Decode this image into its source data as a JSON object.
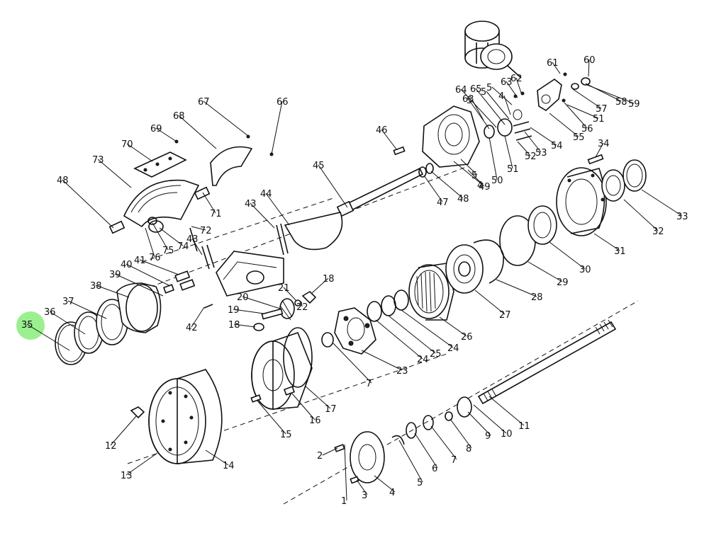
{
  "highlight": {
    "label": "35",
    "color": "#9af08f"
  },
  "labels": [
    "1",
    "2",
    "3",
    "4",
    "5",
    "6",
    "7",
    "7",
    "8",
    "9",
    "10",
    "11",
    "12",
    "13",
    "14",
    "15",
    "16",
    "17",
    "18",
    "18",
    "19",
    "20",
    "21",
    "22",
    "23",
    "24",
    "24",
    "25",
    "26",
    "27",
    "28",
    "29",
    "30",
    "31",
    "32",
    "33",
    "34",
    "35",
    "36",
    "37",
    "38",
    "39",
    "40",
    "41",
    "42",
    "43",
    "43",
    "44",
    "45",
    "46",
    "47",
    "48",
    "49",
    "50",
    "51",
    "51",
    "52",
    "53",
    "54",
    "55",
    "56",
    "57",
    "58",
    "59",
    "60",
    "61",
    "62",
    "63",
    "63",
    "64",
    "65",
    "66",
    "67",
    "68",
    "69",
    "70",
    "71",
    "72",
    "73",
    "74",
    "75",
    "76",
    "48",
    "5",
    "5",
    "4",
    "5",
    "5",
    "4"
  ]
}
